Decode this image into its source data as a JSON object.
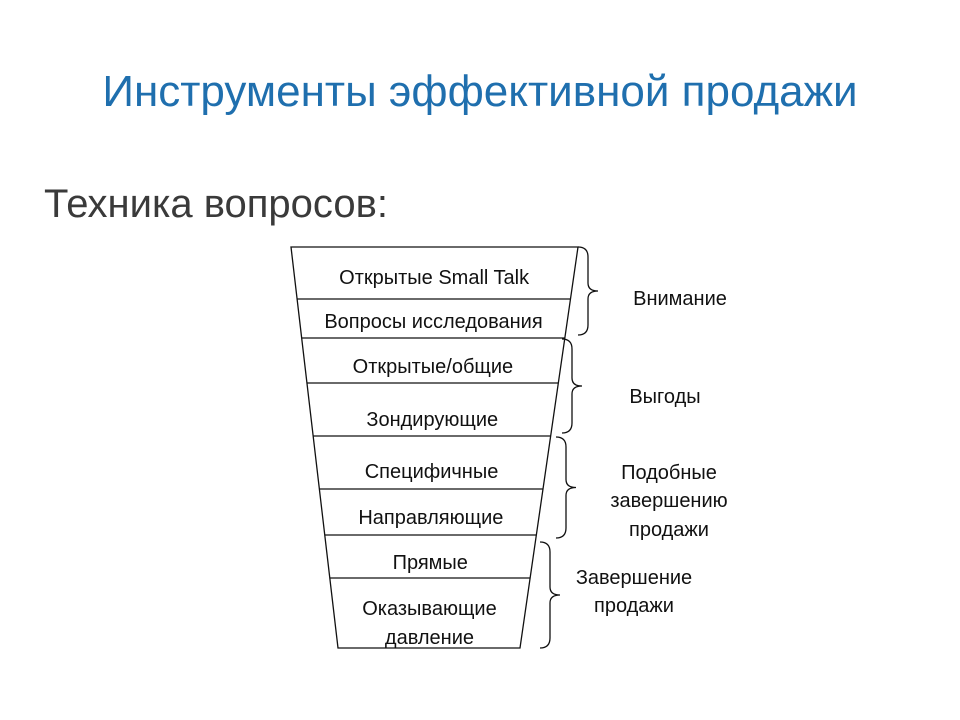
{
  "slide": {
    "title": "Инструменты эффективной продажи",
    "subtitle": "Техника вопросов:"
  },
  "funnel": {
    "levels": [
      {
        "lines": [
          "Открытые Small Talk"
        ]
      },
      {
        "lines": [
          "Вопросы исследования"
        ]
      },
      {
        "lines": [
          "Открытые/общие"
        ]
      },
      {
        "lines": [
          "Зондирующие"
        ]
      },
      {
        "lines": [
          "Специфичные"
        ]
      },
      {
        "lines": [
          "Направляющие"
        ]
      },
      {
        "lines": [
          "Прямые"
        ]
      },
      {
        "lines": [
          "Оказывающие",
          "давление"
        ]
      }
    ]
  },
  "groups": [
    {
      "lines": [
        "Внимание"
      ]
    },
    {
      "lines": [
        "Выгоды"
      ]
    },
    {
      "lines": [
        "Подобные",
        "завершению",
        "продажи"
      ]
    },
    {
      "lines": [
        "Завершение",
        "продажи"
      ]
    }
  ],
  "colors": {
    "title": "#1f6fae",
    "subtitle": "#3a3a3a",
    "line": "#111111"
  }
}
